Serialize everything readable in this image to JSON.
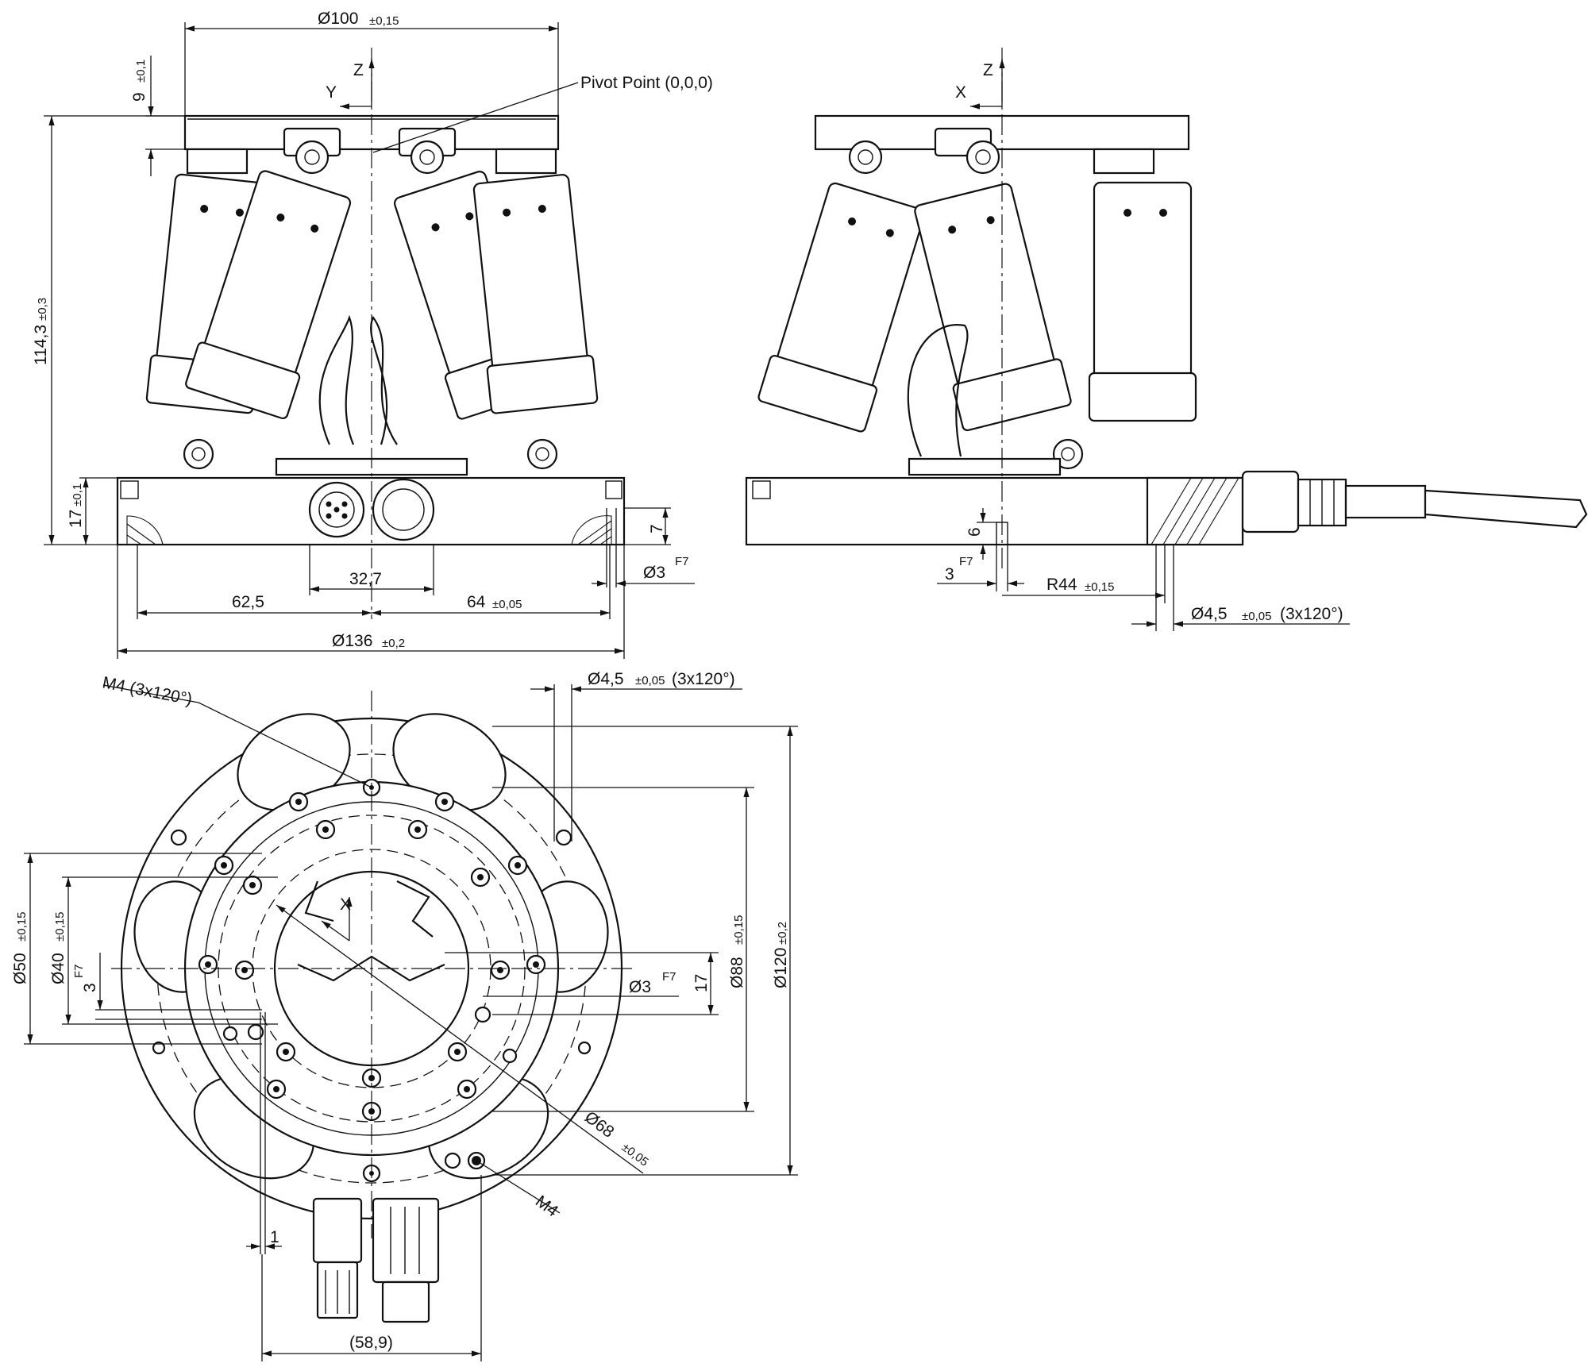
{
  "front_view": {
    "dim_platform_dia": "Ø100",
    "dim_platform_dia_tol": "±0,15",
    "dim_platform_thickness": "9",
    "dim_platform_thickness_tol": "±0,1",
    "axis_z": "Z",
    "axis_y": "Y",
    "pivot_label": "Pivot Point (0,0,0)",
    "dim_height": "114,3",
    "dim_height_tol": "±0,3",
    "dim_base_height": "17",
    "dim_base_height_tol": "±0,1",
    "dim_pin_depth": "7",
    "dim_pin_dia": "Ø3",
    "dim_pin_fit": "F7",
    "dim_connector_spacing": "32,7",
    "dim_left": "62,5",
    "dim_right": "64",
    "dim_right_tol": "±0,05",
    "dim_base_dia": "Ø136",
    "dim_base_dia_tol": "±0,2"
  },
  "side_view": {
    "axis_z": "Z",
    "axis_x": "X",
    "dim_pin_depth": "6",
    "dim_pin_dia": "3",
    "dim_pin_fit": "F7",
    "dim_radius": "R44",
    "dim_radius_tol": "±0,15",
    "dim_hole": "Ø4,5",
    "dim_hole_tol": "±0,05",
    "dim_hole_count": "(3x120°)"
  },
  "top_view": {
    "thread_label": "M4 (3x120°)",
    "dim_hole": "Ø4,5",
    "dim_hole_tol": "±0,05",
    "dim_hole_count": "(3x120°)",
    "dim_dia_120": "Ø120",
    "dim_dia_120_tol": "±0,2",
    "dim_dia_88": "Ø88",
    "dim_dia_88_tol": "±0,15",
    "dim_17": "17",
    "dim_pin_dia": "Ø3",
    "dim_pin_fit": "F7",
    "dim_dia_50": "Ø50",
    "dim_dia_50_tol": "±0,15",
    "dim_dia_40": "Ø40",
    "dim_dia_40_tol": "±0,15",
    "dim_pin_small": "3",
    "dim_pin_small_fit": "F7",
    "axis_x": "X",
    "dim_dia_68": "Ø68",
    "dim_dia_68_tol": "±0,05",
    "thread_m4": "M4",
    "dim_1": "1",
    "dim_58_9": "(58,9)"
  }
}
